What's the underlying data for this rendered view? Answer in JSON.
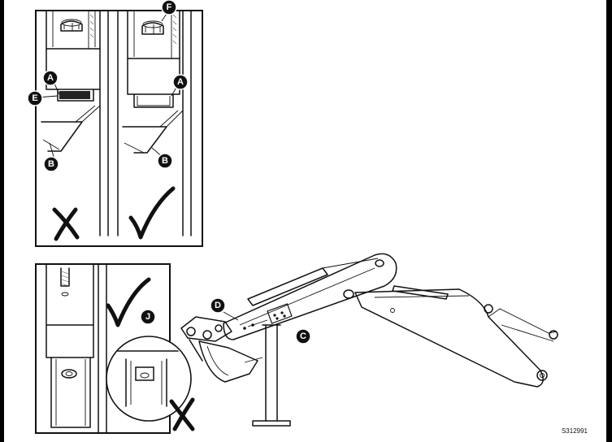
{
  "callouts": {
    "A": "A",
    "B": "B",
    "C": "C",
    "D": "D",
    "E": "E",
    "F": "F",
    "J": "J"
  },
  "reference_code": "S312991",
  "colors": {
    "ink": "#111111",
    "paper": "#ffffff",
    "frame": "#000000"
  },
  "icons": {
    "correct": "check-mark-icon",
    "incorrect": "cross-mark-icon"
  }
}
